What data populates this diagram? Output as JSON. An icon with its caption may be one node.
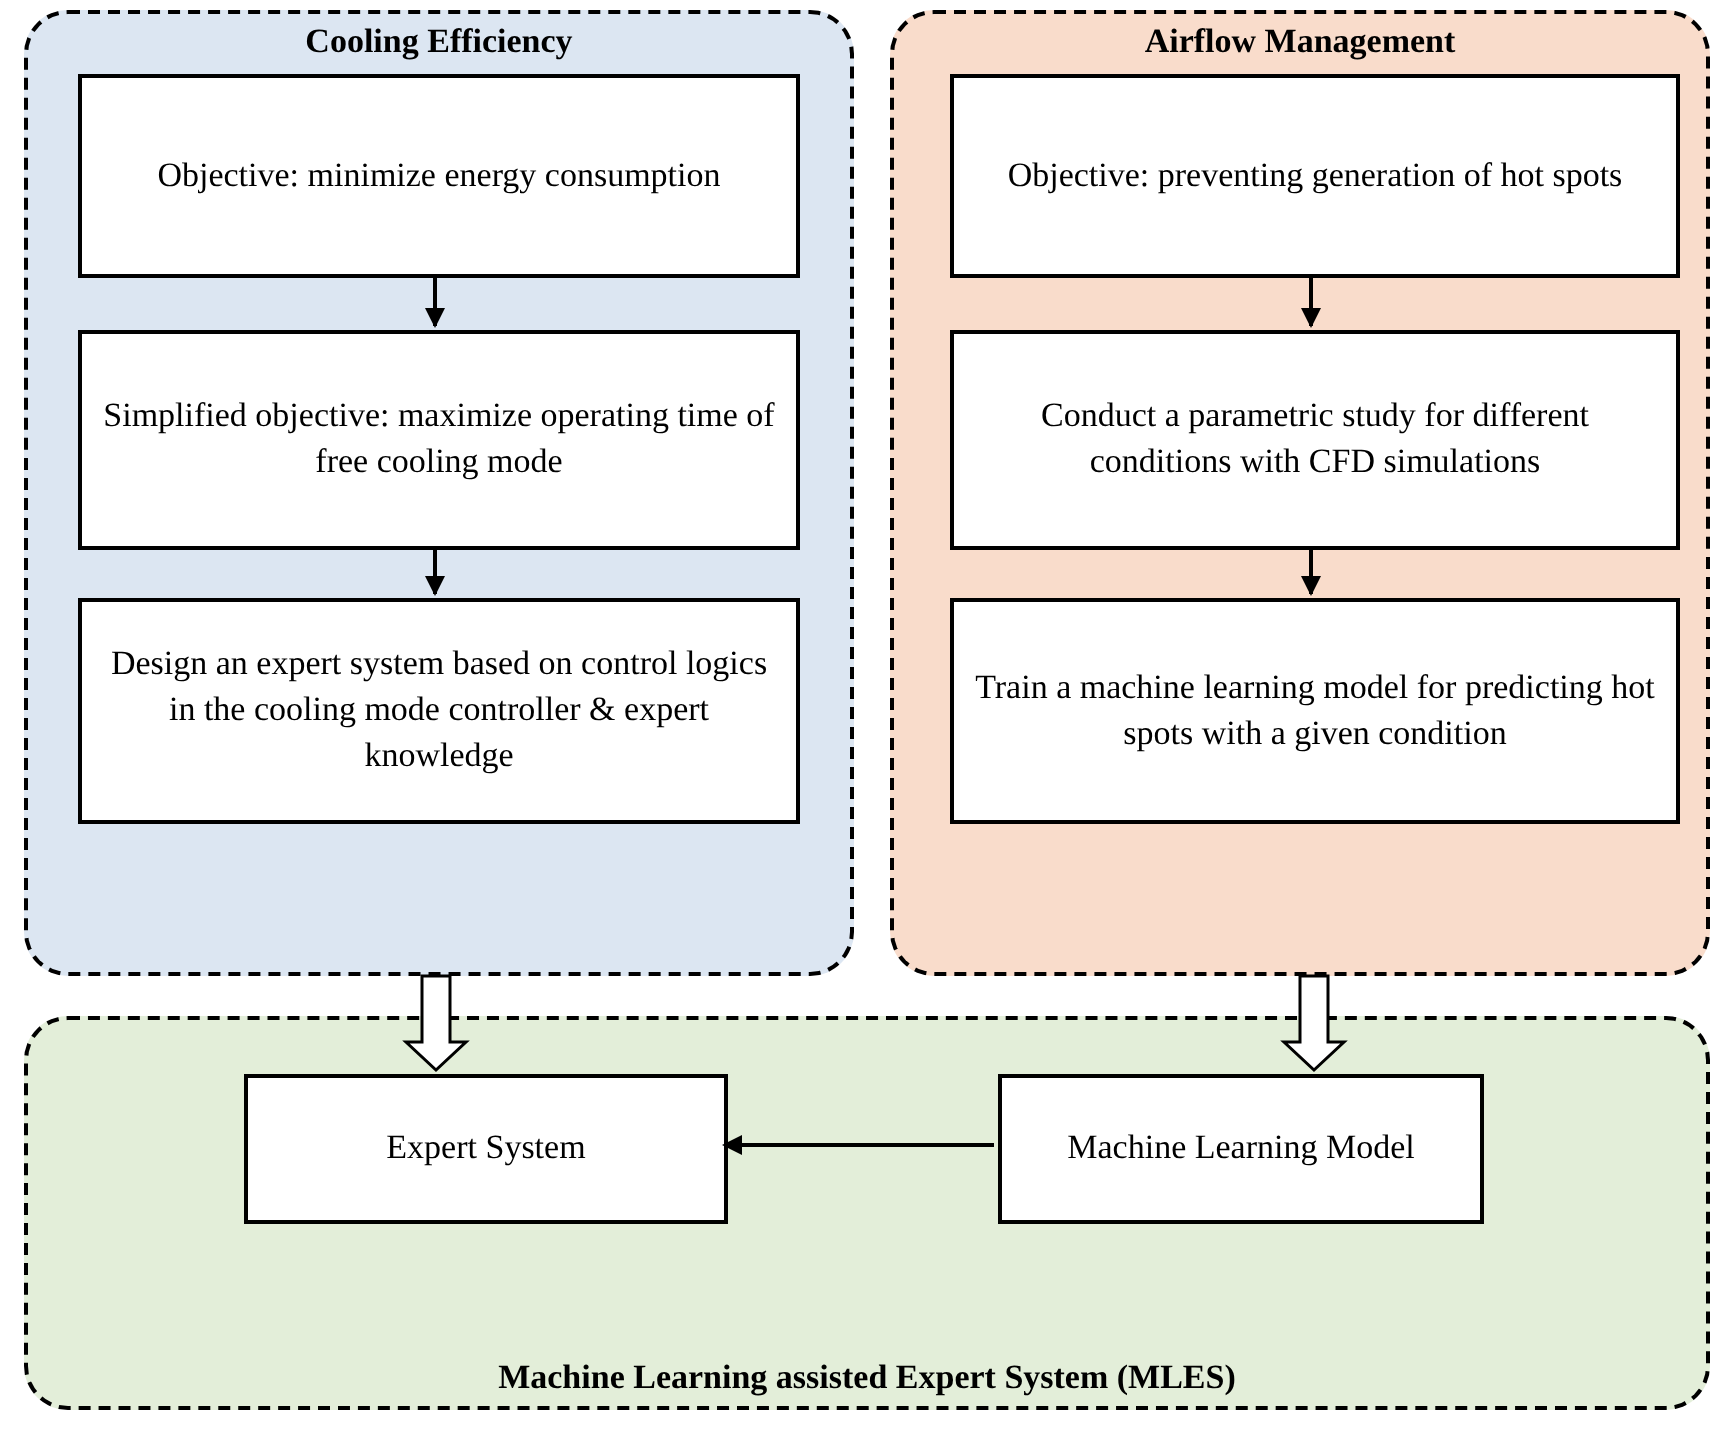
{
  "diagram": {
    "nodes": [
      {
        "text": [
          "Cooling Efficiency"
        ]
      },
      {
        "text": [
          "Objective: minimize energy consumption"
        ],
        "in": 0
      },
      {
        "text": [
          "Simplified objective: maximize operating time of free cooling mode"
        ],
        "in": 0
      },
      {
        "text": [
          "Design an expert system based on control logics in the cooling mode controller & expert knowledge"
        ],
        "in": 0
      },
      {
        "text": [
          "Airflow Management"
        ]
      },
      {
        "text": [
          "Objective: preventing generation of hot spots"
        ],
        "in": 4
      },
      {
        "text": [
          "Conduct a parametric study for different conditions with CFD simulations"
        ],
        "in": 4
      },
      {
        "text": [
          "Train a machine learning model for predicting hot spots with a given condition"
        ],
        "in": 4
      },
      {
        "text": [
          "Machine Learning assisted Expert System (MLES)"
        ]
      },
      {
        "text": [
          "Expert System"
        ],
        "in": 8
      },
      {
        "text": [
          "Machine Learning Model"
        ],
        "in": 8
      }
    ],
    "edges": [
      {
        "from": 1,
        "to": 2,
        "arrow": "to"
      },
      {
        "from": 2,
        "to": 3,
        "arrow": "to"
      },
      {
        "from": 5,
        "to": 6,
        "arrow": "to"
      },
      {
        "from": 6,
        "to": 7,
        "arrow": "to"
      },
      {
        "from": 0,
        "to": 9,
        "arrow": "to",
        "style": "thick"
      },
      {
        "from": 4,
        "to": 10,
        "arrow": "to",
        "style": "thick"
      },
      {
        "from": 10,
        "to": 9,
        "arrow": "to"
      }
    ]
  }
}
